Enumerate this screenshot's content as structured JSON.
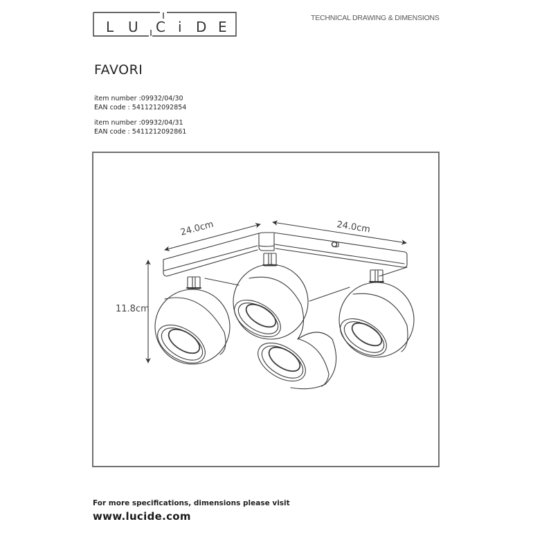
{
  "header": {
    "brand": {
      "letters": [
        "L",
        "U",
        "C",
        "i",
        "D",
        "E"
      ],
      "name": "LUCIDE"
    },
    "section_title": "TECHNICAL DRAWING & DIMENSIONS"
  },
  "product": {
    "name": "FAVORI",
    "variants": [
      {
        "item_label": "item number :",
        "item_number": "09932/04/30",
        "item_line": "item number :09932/04/30",
        "ean_label": "EAN code : ",
        "ean_code": "5411212092854",
        "ean_line": "EAN code : 5411212092854"
      },
      {
        "item_label": "item number :",
        "item_number": "09932/04/31",
        "item_line": "item number :09932/04/31",
        "ean_label": "EAN code : ",
        "ean_code": "5411212092861",
        "ean_line": "EAN code : 5411212092861"
      }
    ]
  },
  "drawing": {
    "dimensions": {
      "width_left": "24.0cm",
      "width_right": "24.0cm",
      "height": "11.8cm"
    },
    "line_color": "#3a3a3a",
    "frame_color": "#707070",
    "spot_count": 4
  },
  "footer": {
    "note": "For more specifications, dimensions please visit",
    "url": "www.lucide.com"
  }
}
